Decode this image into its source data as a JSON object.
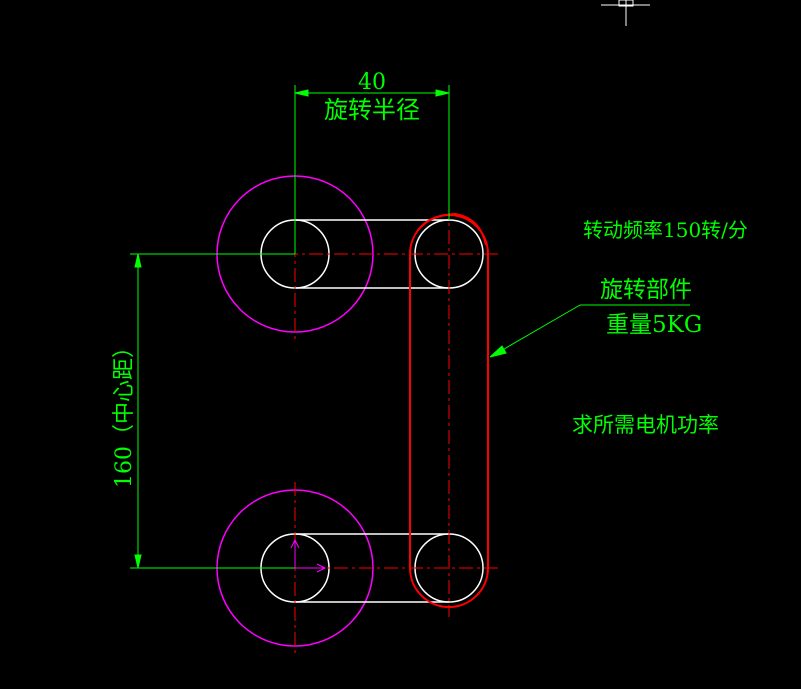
{
  "dimension_top": {
    "value": "40",
    "label": "旋转半径"
  },
  "dimension_left": {
    "value": "160（中心距）"
  },
  "rotation_frequency": "转动频率150转/分",
  "part_label": {
    "line1": "旋转部件",
    "line2": "重量5KG"
  },
  "question": "求所需电机功率",
  "colors": {
    "background": "#000000",
    "dimension": "#00ff00",
    "circle_outer": "#ff00ff",
    "outline": "#ffffff",
    "center_line": "#ff0000",
    "part_outline": "#ff0000"
  }
}
